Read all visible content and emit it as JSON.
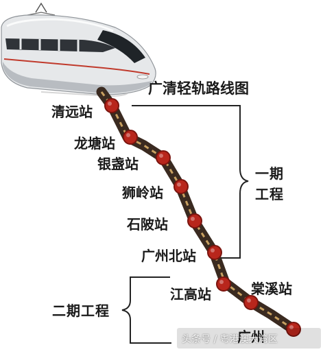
{
  "title": "广清轻轨路线图",
  "stations": [
    {
      "name": "清远站",
      "phase": 1
    },
    {
      "name": "龙塘站",
      "phase": 1
    },
    {
      "name": "银盏站",
      "phase": 1
    },
    {
      "name": "狮岭站",
      "phase": 1
    },
    {
      "name": "石陂站",
      "phase": 1
    },
    {
      "name": "广州北站",
      "phase": 1
    },
    {
      "name": "江高站",
      "phase": 2
    },
    {
      "name": "棠溪站",
      "phase": 2
    },
    {
      "name": "广州",
      "phase": 2
    }
  ],
  "phases": {
    "phase1": "一期\n工程",
    "phase2": "二期工程"
  },
  "watermark": "头条号 / 粤港澳大湾区",
  "colors": {
    "track": "#3a2a20",
    "track_dash": "#c8a060",
    "station_fill": "#b8261c",
    "station_edge": "#7a140e",
    "text": "#1a1a1a"
  }
}
